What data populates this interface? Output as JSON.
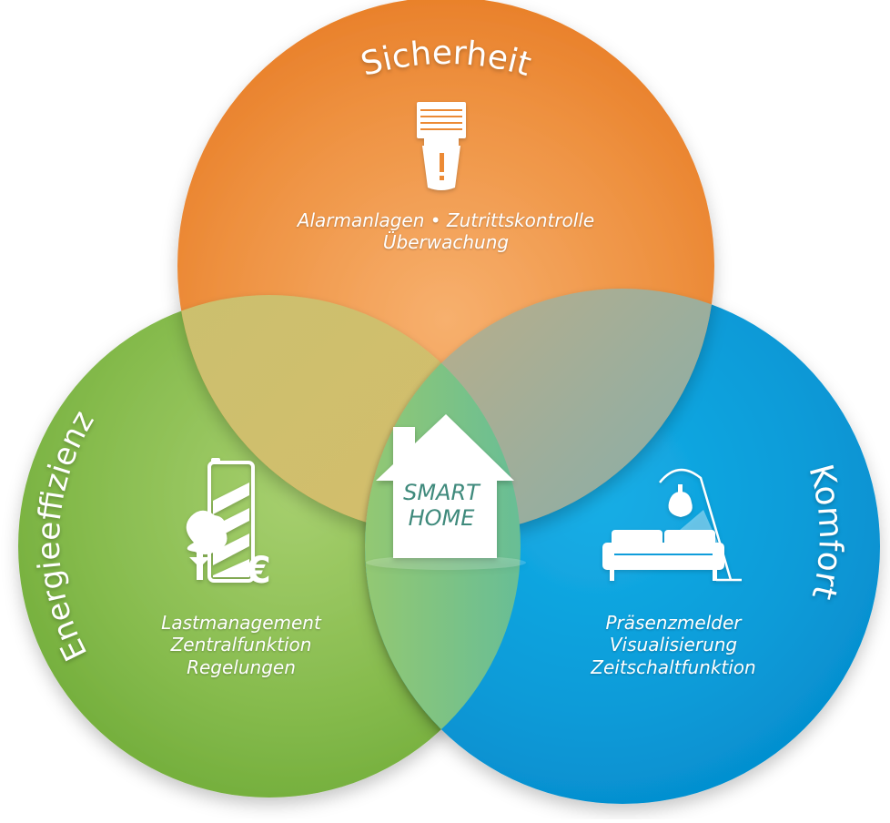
{
  "diagram": {
    "type": "venn",
    "center": {
      "label_line1": "SMART",
      "label_line2": "HOME",
      "icon": "house-icon"
    },
    "circles": [
      {
        "id": "sicherheit",
        "title": "Sicherheit",
        "color": "#ec8a35",
        "icon": "alarm-siren-icon",
        "items_line1": "Alarmanlagen • Zutrittskontrolle",
        "items_line2": "Überwachung"
      },
      {
        "id": "energieeffizienz",
        "title": "Energieeffizienz",
        "color": "#7fb84a",
        "icon": "battery-tree-euro-icon",
        "items": [
          "Lastmanagement",
          "Zentralfunktion",
          "Regelungen"
        ]
      },
      {
        "id": "komfort",
        "title": "Komfort",
        "color": "#0f9ddb",
        "icon": "sofa-lamp-icon",
        "items": [
          "Präsenzmelder",
          "Visualisierung",
          "Zeitschaltfunktion"
        ]
      }
    ],
    "overlap_colors": {
      "sicherheit_energie": "#d2bd6c",
      "sicherheit_komfort": "#8db3b1",
      "center": "#4fb6b7"
    }
  }
}
